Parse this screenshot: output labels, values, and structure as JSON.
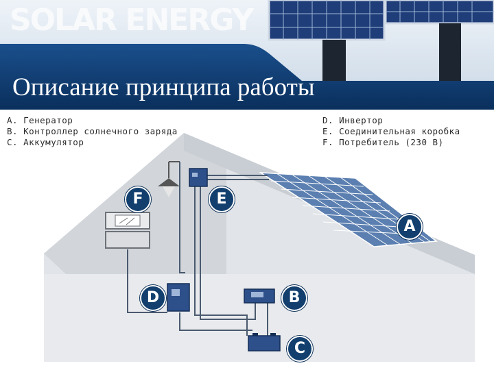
{
  "header": {
    "brand": "SOLAR ENERGY",
    "title": "Описание принципа работы"
  },
  "legend": {
    "left": [
      "A. Генератор",
      "B. Контроллер солнечного заряда",
      "C. Аккумулятор"
    ],
    "right": [
      "D. Инвертор",
      "E. Соединительная коробка",
      "F. Потребитель (230 В)"
    ]
  },
  "badges": {
    "a": "A",
    "b": "B",
    "c": "C",
    "d": "D",
    "e": "E",
    "f": "F"
  },
  "colors": {
    "title_band": "#0b3a6e",
    "badge": "#123f6e",
    "panel": "#5b7fb0",
    "equipment": "#2d4f8a"
  }
}
